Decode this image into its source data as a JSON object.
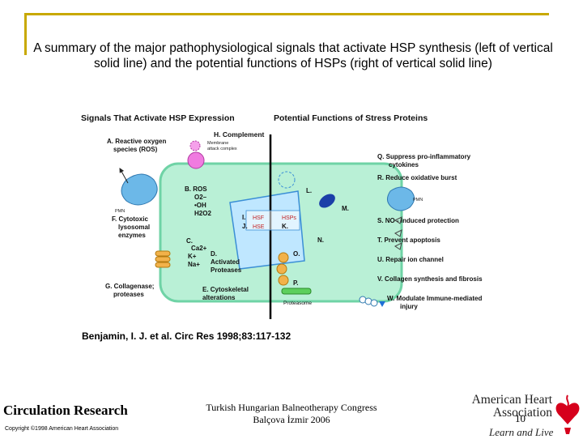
{
  "slide": {
    "title": "A summary of the major pathophysiological signals that activate HSP synthesis (left of vertical solid line) and the potential functions of HSPs (right of vertical solid line)",
    "citation": "Benjamin, I. J. et al. Circ Res 1998;83:117-132",
    "journal": "Circulation Research",
    "copyright": "Copyright ©1998 American Heart Association",
    "congress_line1": "Turkish Hungarian Balneotherapy Congress",
    "congress_line2": "Balçova İzmir 2006",
    "slide_number": "10",
    "aha_line1": "American Heart",
    "aha_line2": "Association",
    "aha_tagline": "Learn and Live"
  },
  "figure": {
    "left_header": "Signals That Activate HSP Expression",
    "right_header": "Potential Functions of Stress Proteins",
    "left_labels": {
      "a1": "A. Reactive oxygen",
      "a2": "species (ROS)",
      "h": "H. Complement",
      "mac1": "Membrane",
      "mac2": "attack complex",
      "pmn": "PMN",
      "f1": "F. Cytotoxic",
      "f2": "lysosomal",
      "f3": "enzymes",
      "b1": "B. ROS",
      "b2": "O2–",
      "b3": "•OH",
      "b4": "H2O2",
      "c1": "C.",
      "c2": "Ca2+",
      "c3": "K+",
      "c4": "Na+",
      "d1": "D.",
      "d2": "Activated",
      "d3": "Proteases",
      "g1": "G. Collagenase;",
      "g2": "proteases",
      "e1": "E. Cytoskeletal",
      "e2": "alterations"
    },
    "center_labels": {
      "i": "I.",
      "hsf": "HSF",
      "j": "J.",
      "hse": "HSE",
      "hsps": "HSPs",
      "k": "K.",
      "l": "L.",
      "m": "M.",
      "n": "N.",
      "o": "O.",
      "p": "P.",
      "proteasome": "Proteasome"
    },
    "right_labels": {
      "q1": "Q. Suppress pro-inflammatory",
      "q2": "cytokines",
      "r": "R. Reduce oxidative burst",
      "pmn": "PMN",
      "s": "S. NO - induced protection",
      "t": "T. Prevent apoptosis",
      "u": "U. Repair ion channel",
      "v": "V. Collagen synthesis and fibrosis",
      "w1": "W. Modulate Immune-mediated",
      "w2": "injury"
    }
  }
}
